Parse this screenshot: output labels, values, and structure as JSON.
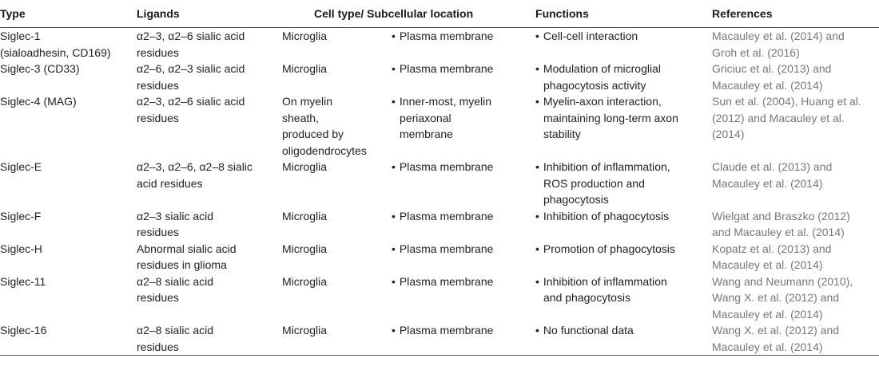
{
  "headers": {
    "type": "Type",
    "ligands": "Ligands",
    "cell_location": "Cell type/ Subcellular location",
    "functions": "Functions",
    "references": "References"
  },
  "rows": [
    {
      "type": [
        "Siglec-1",
        "(sialoadhesin, CD169)"
      ],
      "ligands": [
        "α2–3, α2–6 sialic acid",
        "residues"
      ],
      "cell": [
        "Microglia"
      ],
      "location": [
        "Plasma membrane"
      ],
      "functions": [
        "Cell-cell interaction"
      ],
      "references": [
        "Macauley et al. (2014) and",
        "Groh et al. (2016)"
      ]
    },
    {
      "type": [
        "Siglec-3 (CD33)"
      ],
      "ligands": [
        "α2–6, α2–3 sialic acid",
        "residues"
      ],
      "cell": [
        "Microglia"
      ],
      "location": [
        "Plasma membrane"
      ],
      "functions": [
        "Modulation of microglial",
        "phagocytosis activity"
      ],
      "references": [
        "Griciuc et al. (2013) and",
        "Macauley et al. (2014)"
      ]
    },
    {
      "type": [
        "Siglec-4 (MAG)"
      ],
      "ligands": [
        "α2–3, α2–6 sialic acid",
        "residues"
      ],
      "cell": [
        "On myelin",
        "sheath,",
        "produced by",
        "oligodendrocytes"
      ],
      "location": [
        "Inner-most, myelin",
        "periaxonal",
        "membrane"
      ],
      "functions": [
        "Myelin-axon interaction,",
        "maintaining long-term axon",
        "stability"
      ],
      "references": [
        "Sun et al. (2004), Huang et al.",
        "(2012) and Macauley et al.",
        "(2014)"
      ]
    },
    {
      "type": [
        "Siglec-E"
      ],
      "ligands": [
        "α2–3, α2–6, α2–8 sialic",
        "acid residues"
      ],
      "cell": [
        "Microglia"
      ],
      "location": [
        "Plasma membrane"
      ],
      "functions": [
        "Inhibition of inflammation,",
        "ROS production and",
        "phagocytosis"
      ],
      "references": [
        "Claude et al. (2013) and",
        "Macauley et al. (2014)"
      ]
    },
    {
      "type": [
        "Siglec-F"
      ],
      "ligands": [
        "α2–3 sialic acid",
        "residues"
      ],
      "cell": [
        "Microglia"
      ],
      "location": [
        "Plasma membrane"
      ],
      "functions": [
        "Inhibition of phagocytosis"
      ],
      "references": [
        "Wielgat and Braszko (2012)",
        "and Macauley et al. (2014)"
      ]
    },
    {
      "type": [
        "Siglec-H"
      ],
      "ligands": [
        "Abnormal sialic acid",
        "residues in glioma"
      ],
      "cell": [
        "Microglia"
      ],
      "location": [
        "Plasma membrane"
      ],
      "functions": [
        "Promotion of phagocytosis"
      ],
      "references": [
        "Kopatz et al. (2013) and",
        "Macauley et al. (2014)"
      ]
    },
    {
      "type": [
        "Siglec-11"
      ],
      "ligands": [
        "α2–8 sialic acid",
        "residues"
      ],
      "cell": [
        "Microglia"
      ],
      "location": [
        "Plasma membrane"
      ],
      "functions": [
        "Inhibition of inflammation",
        "and phagocytosis"
      ],
      "references": [
        "Wang and Neumann (2010),",
        "Wang X. et al. (2012) and",
        "Macauley et al. (2014)"
      ]
    },
    {
      "type": [
        "Siglec-16"
      ],
      "ligands": [
        "α2–8 sialic acid",
        "residues"
      ],
      "cell": [
        "Microglia"
      ],
      "location": [
        "Plasma membrane"
      ],
      "functions": [
        "No functional data"
      ],
      "references": [
        "Wang X. et al. (2012) and",
        "Macauley et al. (2014)"
      ]
    }
  ]
}
